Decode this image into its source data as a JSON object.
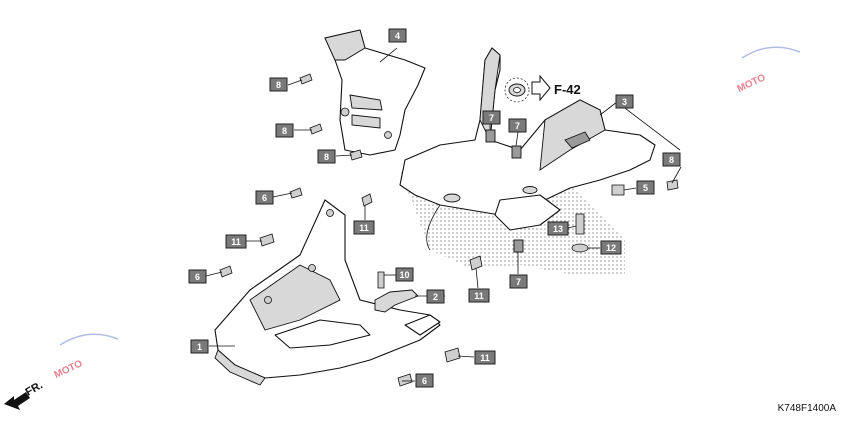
{
  "callouts": [
    {
      "label": "1"
    },
    {
      "label": "2"
    },
    {
      "label": "3"
    },
    {
      "label": "4"
    },
    {
      "label": "5"
    },
    {
      "label": "6"
    },
    {
      "label": "6"
    },
    {
      "label": "6"
    },
    {
      "label": "7"
    },
    {
      "label": "7"
    },
    {
      "label": "7"
    },
    {
      "label": "8"
    },
    {
      "label": "8"
    },
    {
      "label": "8"
    },
    {
      "label": "8"
    },
    {
      "label": "10"
    },
    {
      "label": "11"
    },
    {
      "label": "11"
    },
    {
      "label": "11"
    },
    {
      "label": "11"
    },
    {
      "label": "12"
    },
    {
      "label": "13"
    }
  ],
  "reference_label": "F-42",
  "diagram_code": "K748F1400A",
  "direction_label": "FR.",
  "watermark_text": "MOTO"
}
